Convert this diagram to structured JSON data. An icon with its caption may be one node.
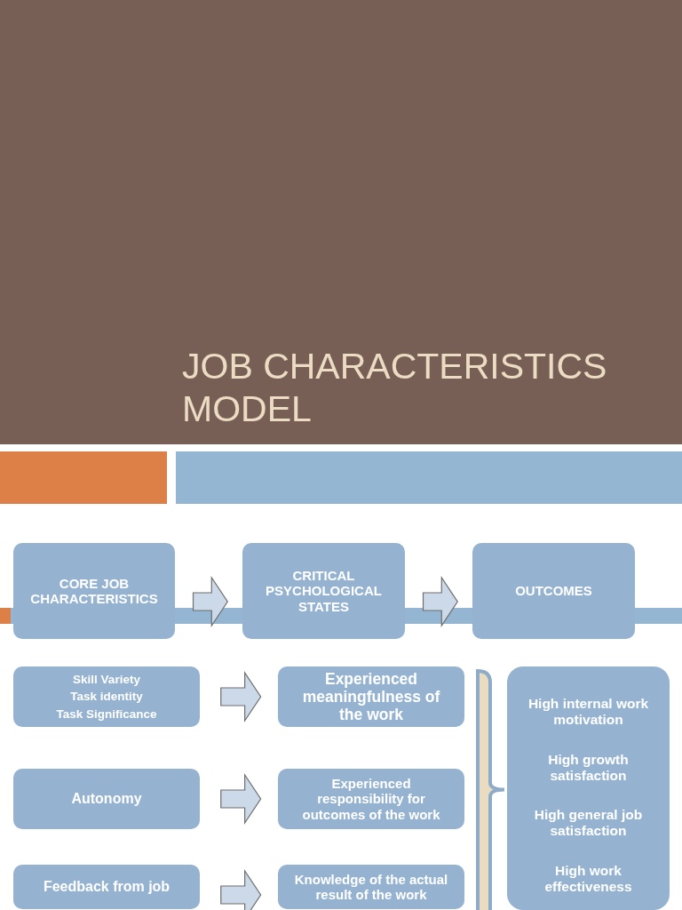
{
  "diagram": {
    "title": "JOB CHARACTERISTICS MODEL",
    "nodes": [
      {
        "text": [
          "CORE JOB CHARACTERISTICS"
        ]
      },
      {
        "text": [
          "CRITICAL PSYCHOLOGICAL STATES"
        ]
      },
      {
        "text": [
          "OUTCOMES"
        ]
      },
      {
        "text": [
          "Skill Variety",
          "Task identity",
          "Task Significance"
        ]
      },
      {
        "text": [
          "Experienced meaningfulness of the work"
        ]
      },
      {
        "text": [
          "Autonomy"
        ]
      },
      {
        "text": [
          "Experienced responsibility for outcomes of the work"
        ]
      },
      {
        "text": [
          "Feedback from job"
        ]
      },
      {
        "text": [
          "Knowledge of the actual result of the work"
        ]
      },
      {
        "text": [
          "High internal work motivation",
          "High growth satisfaction",
          "High general job satisfaction",
          "High work effectiveness"
        ]
      },
      {
        "text": [],
        "shape": "brace"
      }
    ],
    "edges": [
      {
        "from": 0,
        "to": 1,
        "arrow": "to"
      },
      {
        "from": 1,
        "to": 2,
        "arrow": "to"
      },
      {
        "from": 3,
        "to": 4,
        "arrow": "to"
      },
      {
        "from": 5,
        "to": 6,
        "arrow": "to"
      },
      {
        "from": 7,
        "to": 8,
        "arrow": "to"
      }
    ]
  }
}
